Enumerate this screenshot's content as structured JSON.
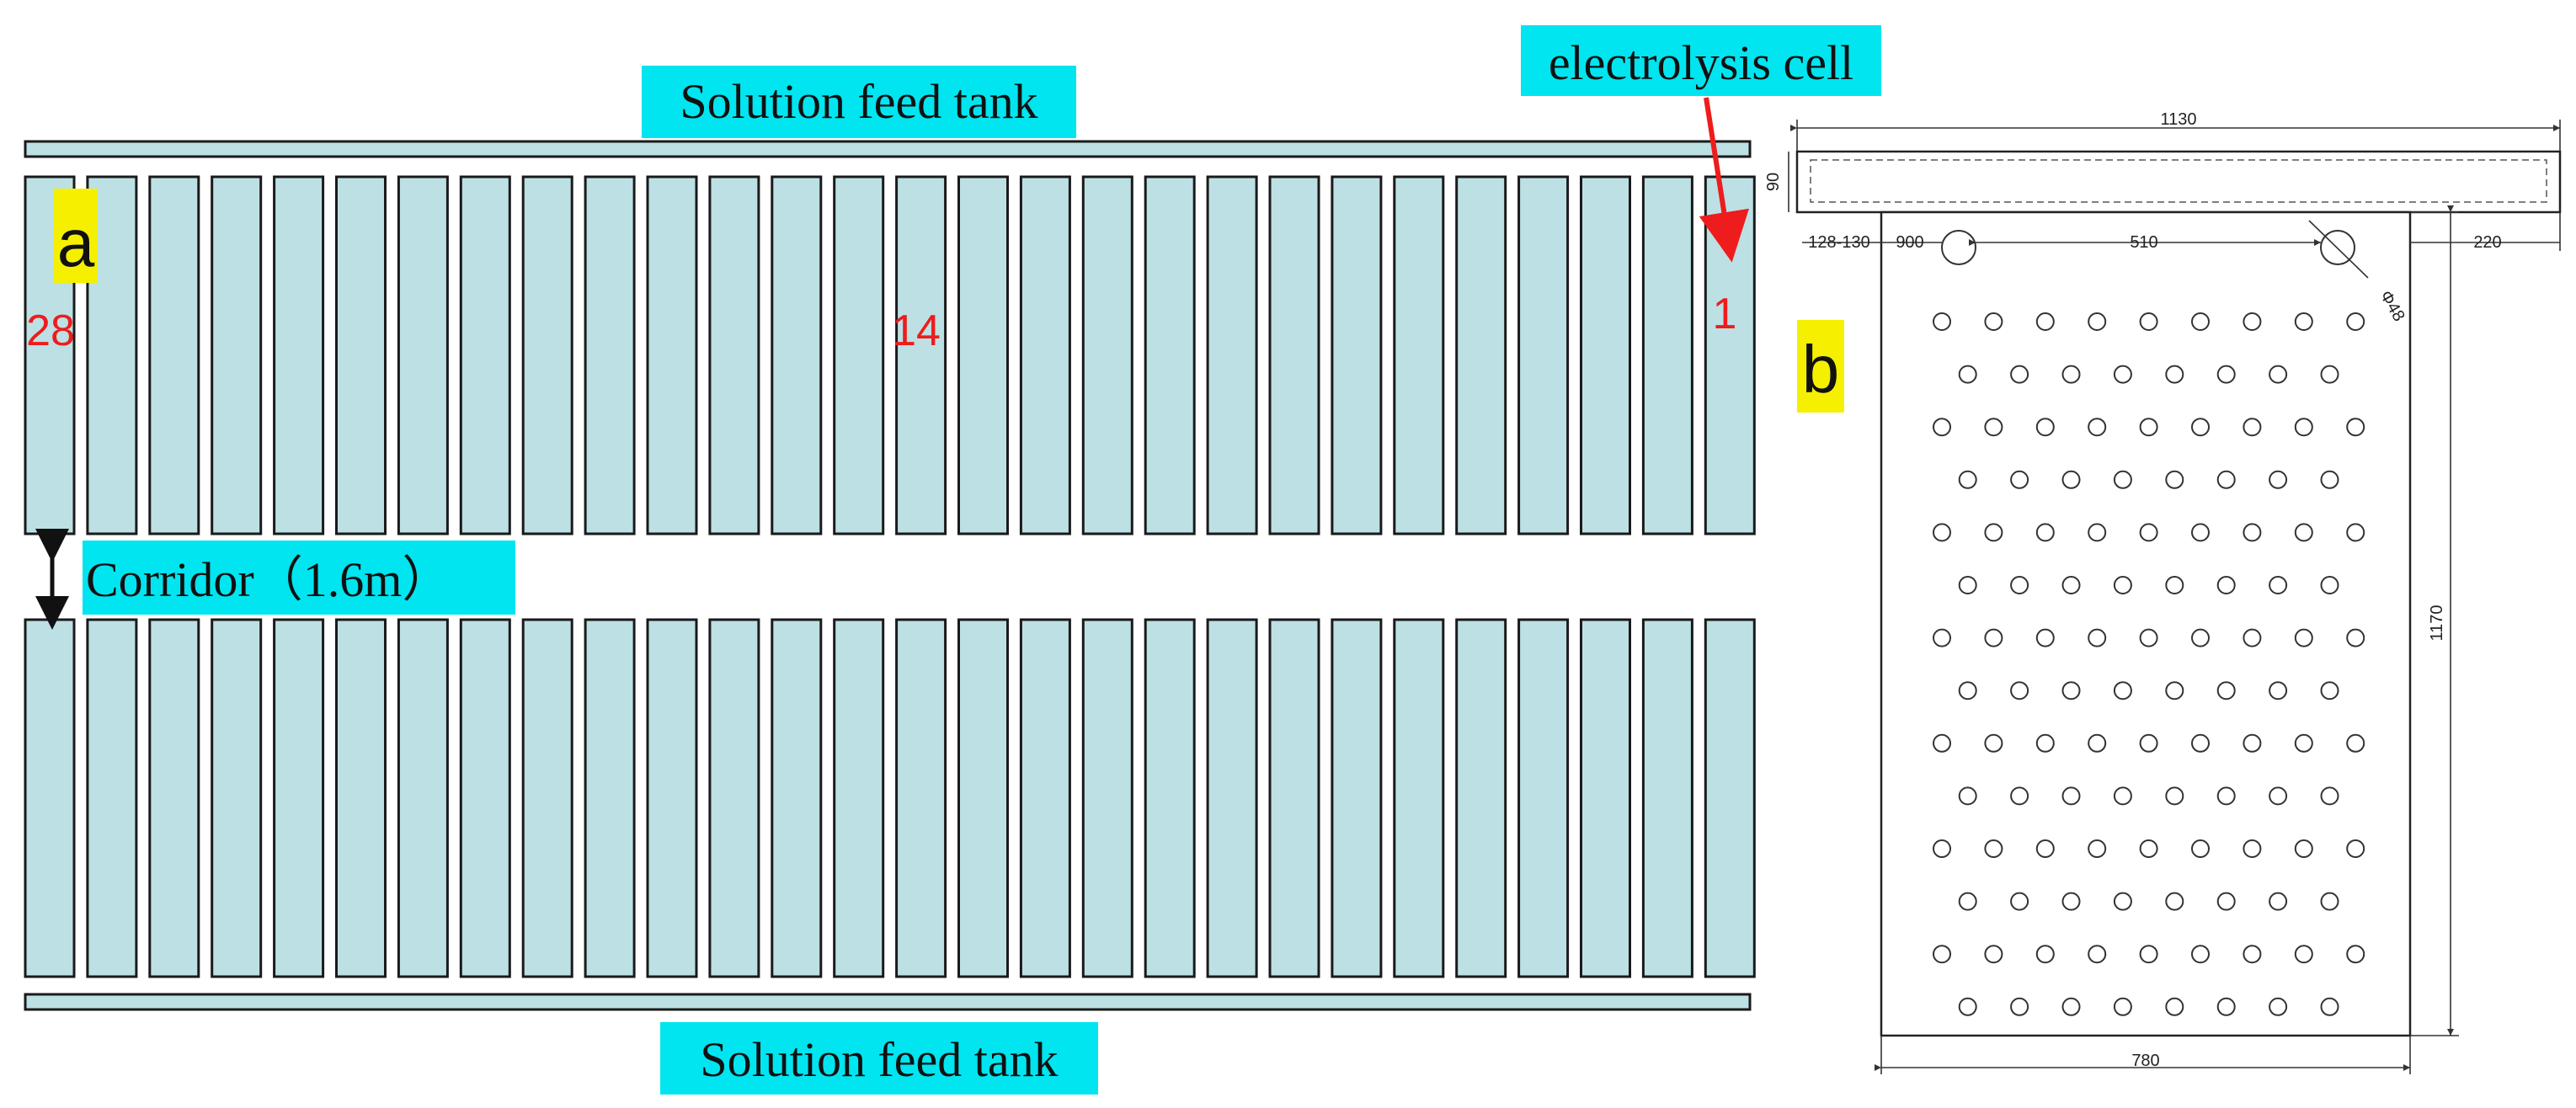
{
  "panel_a": {
    "panel_label": "a",
    "top_tank_label": "Solution feed tank",
    "bottom_tank_label": "Solution feed tank",
    "callout_label": "electrolysis cell",
    "corridor_label": "Corridor（1.6m）",
    "cell_count_per_row": 28,
    "cell_numbers": [
      "28",
      "14",
      "1"
    ]
  },
  "panel_b": {
    "panel_label": "b",
    "dimensions": {
      "overall_width": "1130",
      "top_bar_height": "90",
      "left_edge": "128-130",
      "left_hole_offset": "900",
      "hole_spacing": "510",
      "right_edge": "220",
      "hole_diameter": "Φ48",
      "plate_height": "1170",
      "plate_width": "780"
    },
    "hole_rows": 14,
    "holes_wide_row": 9,
    "holes_narrow_row": 8
  },
  "colors": {
    "cell_fill": "#bde0e4",
    "label_highlight_cyan": "#00e5f0",
    "label_highlight_yellow": "#f5f000",
    "number_red": "#ee1c1c",
    "arrow_red": "#ee1c1c"
  }
}
